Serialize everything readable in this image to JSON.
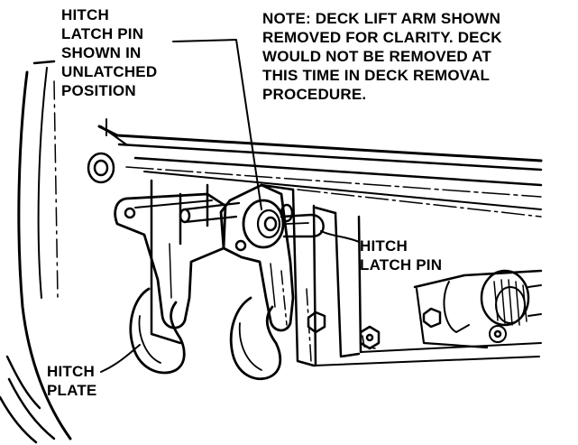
{
  "labels": {
    "latch_pin_unlatched": [
      "HITCH",
      "LATCH PIN",
      "SHOWN IN",
      "UNLATCHED",
      "POSITION"
    ],
    "note": [
      "NOTE: DECK LIFT ARM SHOWN",
      "REMOVED FOR CLARITY. DECK",
      "WOULD NOT BE REMOVED AT",
      "THIS TIME IN DECK REMOVAL",
      "PROCEDURE."
    ],
    "latch_pin": [
      "HITCH",
      "LATCH PIN"
    ],
    "hitch_plate": [
      "HITCH",
      "PLATE"
    ]
  },
  "colors": {
    "ink": "#000000",
    "paper": "#ffffff"
  }
}
